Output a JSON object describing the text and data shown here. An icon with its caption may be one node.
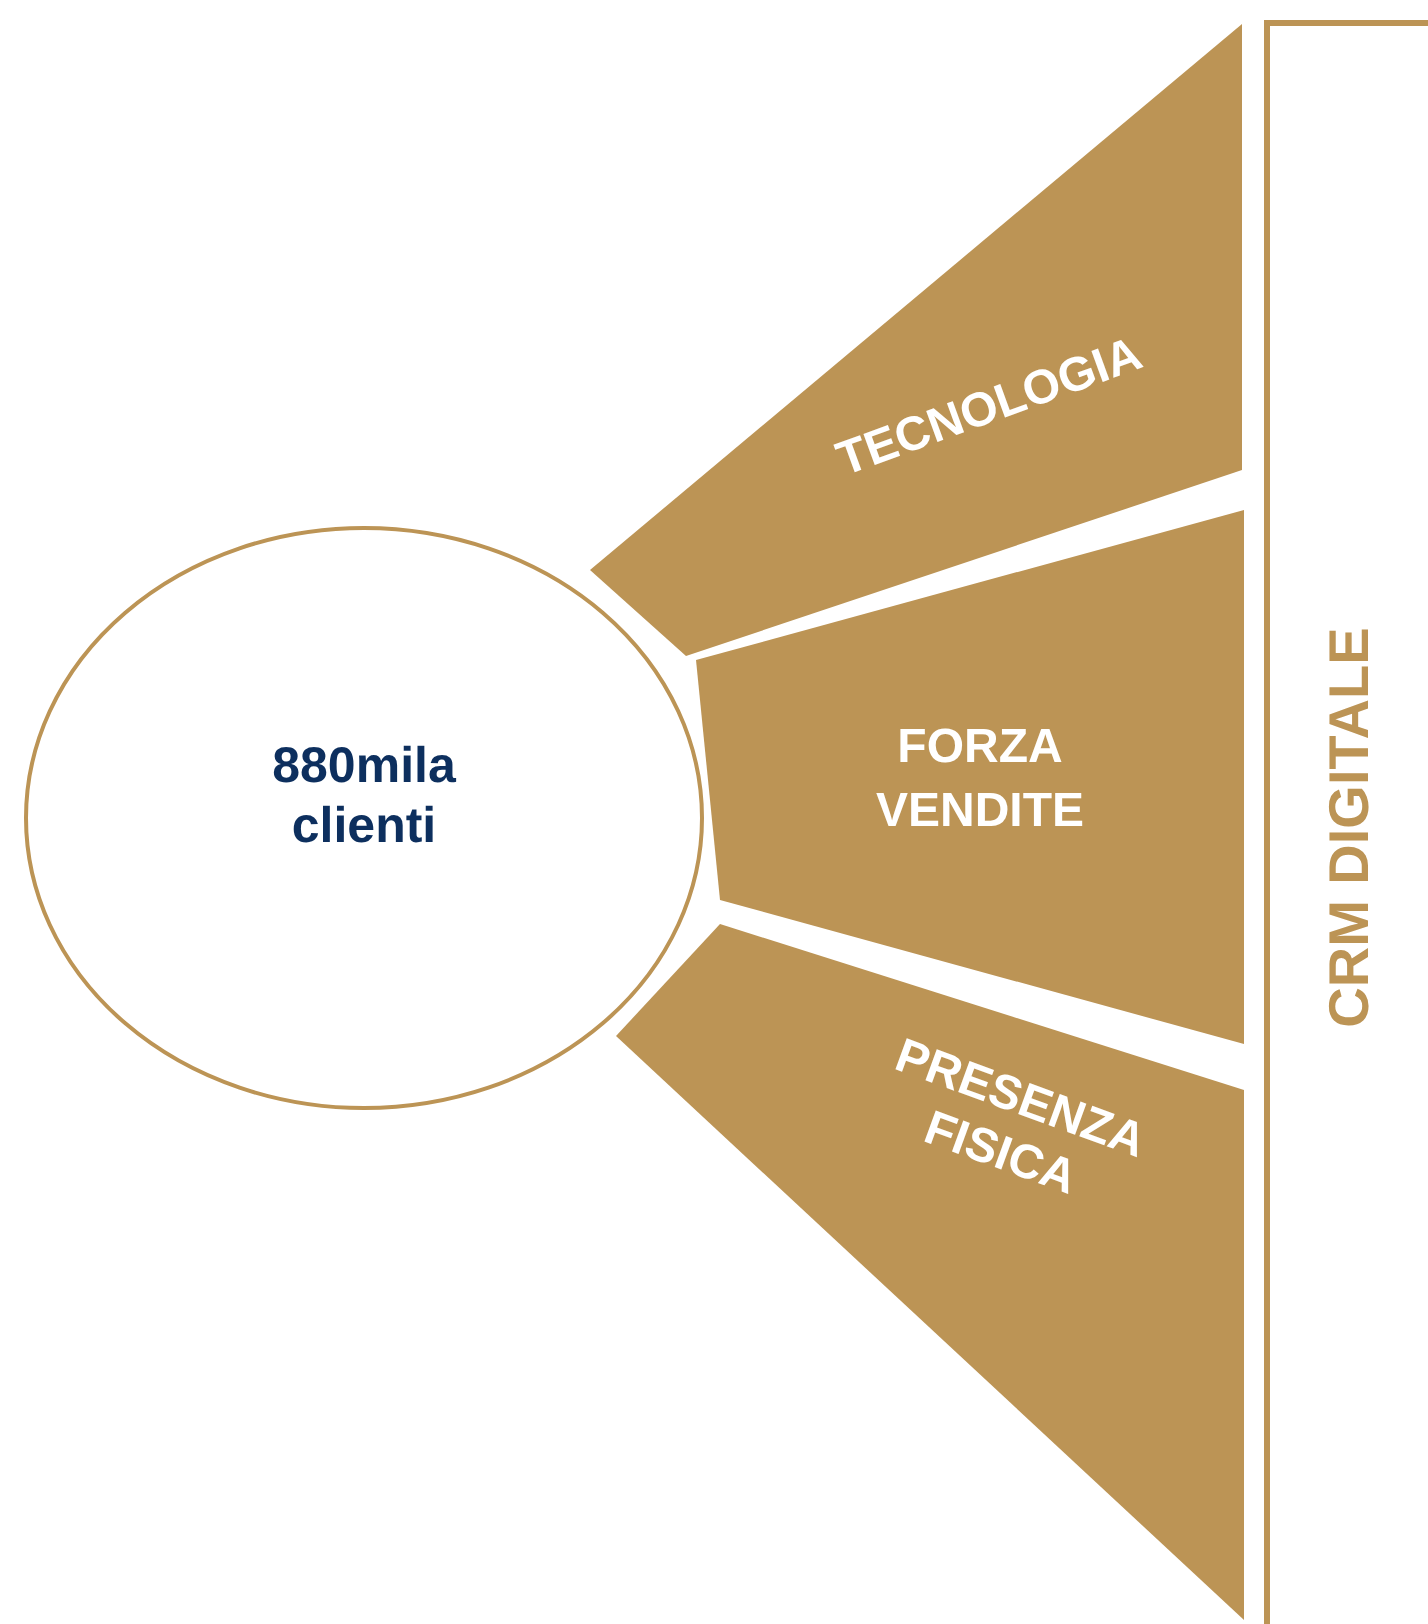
{
  "diagram": {
    "nodes": [
      {
        "text": [
          "880mila clienti"
        ]
      },
      {
        "text": [
          "TECNOLOGIA"
        ]
      },
      {
        "text": [
          "FORZA VENDITE"
        ]
      },
      {
        "text": [
          "PRESENZA FISICA"
        ]
      },
      {
        "text": [
          "CRM DIGITALE"
        ]
      }
    ]
  }
}
